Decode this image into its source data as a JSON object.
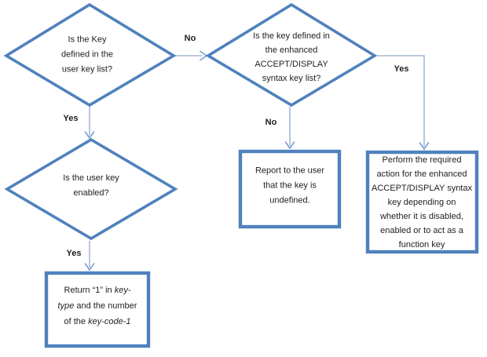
{
  "diagram": {
    "d1": {
      "lines": [
        "Is the Key",
        "defined in the",
        "user key list?"
      ]
    },
    "d2": {
      "lines": [
        "Is the key defined in",
        "the enhanced",
        "ACCEPT/DISPLAY",
        "syntax key list?"
      ]
    },
    "d3": {
      "lines": [
        "Is the user key",
        "enabled?"
      ]
    },
    "report_box": {
      "lines": [
        "Report to the user",
        "that the key is",
        "undefined."
      ]
    },
    "perform_box": {
      "lines": [
        "Perform the required",
        "action for the enhanced",
        "ACCEPT/DISPLAY syntax",
        "key depending on",
        "whether it is disabled,",
        "enabled or to act as a",
        "function key"
      ]
    },
    "return_box": {
      "line1_pre": "Return “1” in ",
      "line1_it": "key-",
      "line2_it": "type",
      "line2_post": " and the number",
      "line3_pre": "of the ",
      "line3_it": "key-code-1"
    },
    "labels": {
      "no_top": "No",
      "yes_left": "Yes",
      "no_mid": "No",
      "yes_right": "Yes",
      "yes_bottom": "Yes"
    },
    "colors": {
      "shape_border": "#4f81bd",
      "connector": "#a6b8d9",
      "arrowhead": "#7a9cd1",
      "text": "#1f1f1f"
    }
  }
}
